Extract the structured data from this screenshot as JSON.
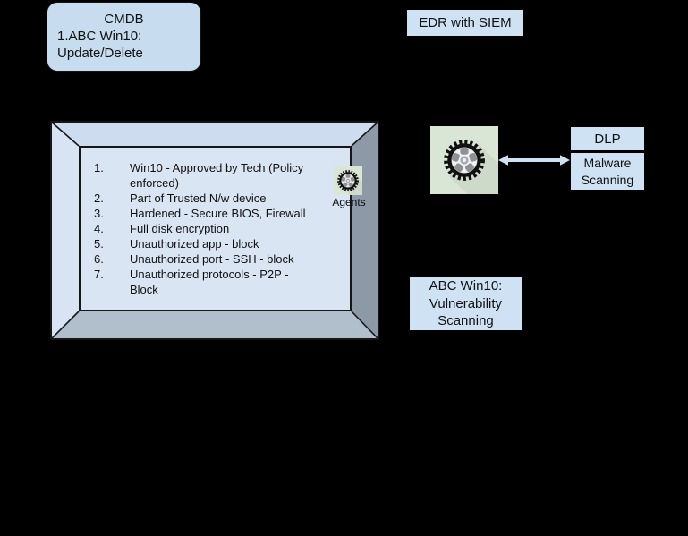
{
  "canvas": {
    "background": "#000000"
  },
  "cmdb_box": {
    "title": "CMDB",
    "line2": "1.ABC Win10:",
    "line3": "Update/Delete",
    "fill": "#c8dcf0"
  },
  "edr_box": {
    "label": "EDR with SIEM",
    "fill": "#cfe2f3"
  },
  "monitor": {
    "screen_fill": "#dae5f3",
    "frame_top": "#cddcee",
    "frame_left": "#d8e4f3",
    "frame_right": "#8e99a7",
    "frame_bottom": "#b1bfcd",
    "items": [
      {
        "num": "1.",
        "text": "Win10 - Approved by Tech (Policy\nenforced)"
      },
      {
        "num": "2.",
        "text": "Part of Trusted N/w device"
      },
      {
        "num": "3.",
        "text": "Hardened - Secure BIOS, Firewall"
      },
      {
        "num": "4.",
        "text": "Full disk encryption"
      },
      {
        "num": "5.",
        "text": "Unauthorized app - block"
      },
      {
        "num": "6.",
        "text": "Unauthorized port - SSH - block"
      },
      {
        "num": "7.",
        "text": "Unauthorized protocols - P2P -\nBlock"
      }
    ]
  },
  "agents": {
    "label": "Agents",
    "icon": "gear-wheel-icon",
    "badge_fill": "#d9e6d5"
  },
  "endpoint_gear": {
    "icon": "gear-wheel-icon",
    "badge_fill": "#d9e6d5"
  },
  "arrow": {
    "direction": "bidirectional",
    "color": "#cfe2f3"
  },
  "dlp_box": {
    "label": "DLP",
    "fill": "#cfe2f3"
  },
  "malware_box": {
    "label": "Malware\nScanning",
    "fill": "#cfe2f3"
  },
  "abc_box": {
    "label": "ABC Win10:\nVulnerability\nScanning",
    "fill": "#cfe2f3"
  }
}
